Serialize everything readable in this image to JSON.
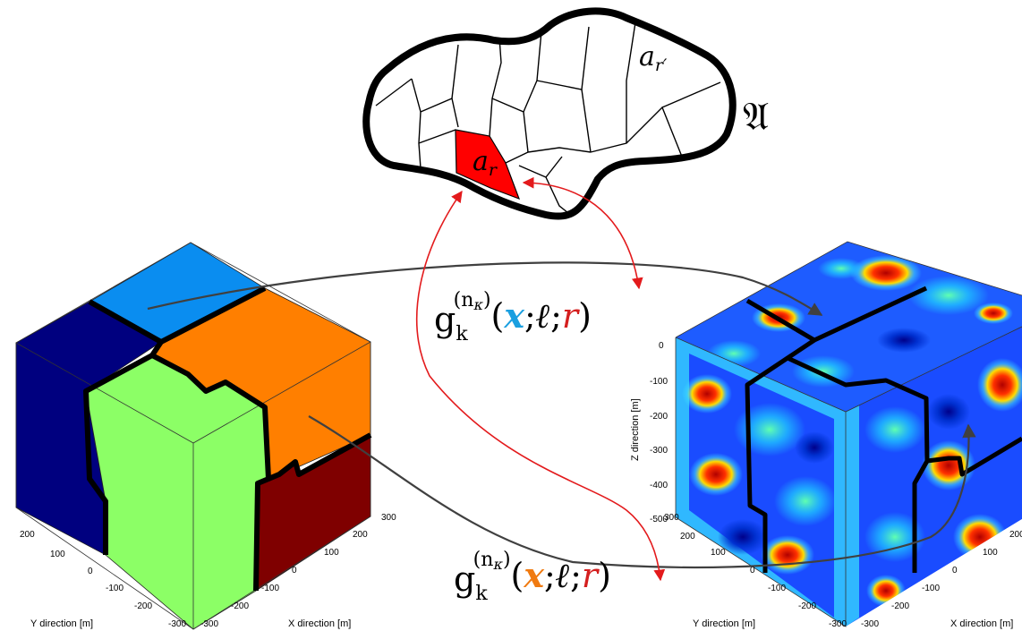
{
  "region_labels": {
    "a_r": "a",
    "a_r_sub": "r",
    "a_rp": "a",
    "a_rp_sub": "r′",
    "set_symbol": "𝔄"
  },
  "formula_top": {
    "g": "g",
    "sub": "k",
    "sup": "(n",
    "sup_kappa": "κ",
    "sup_close": ")",
    "open": "(",
    "x": "x",
    "sep1": ";",
    "ell": "ℓ",
    "sep2": ";",
    "r": "r",
    "close": ")"
  },
  "formula_bottom": {
    "g": "g",
    "sub": "k",
    "sup": "(n",
    "sup_kappa": "κ",
    "sup_close": ")",
    "open": "(",
    "x": "x",
    "sep1": ";",
    "ell": "ℓ",
    "sep2": ";",
    "r": "r",
    "close": ")"
  },
  "left_cube": {
    "colors": {
      "blue_top": "#0a8df0",
      "navy": "#00007f",
      "green": "#8cff66",
      "orange": "#ff7f00",
      "maroon": "#7f0000"
    },
    "y_ticks": [
      "200",
      "100",
      "0",
      "-100",
      "-200",
      "-300"
    ],
    "x_ticks": [
      "-300",
      "-200",
      "-100",
      "0",
      "100",
      "200",
      "300"
    ],
    "y_label": "Y direction [m]",
    "x_label": "X direction [m]"
  },
  "right_cube": {
    "z_ticks": [
      "0",
      "-100",
      "-200",
      "-300",
      "-400",
      "-500"
    ],
    "y_ticks": [
      "300",
      "200",
      "100",
      "0",
      "-100",
      "-200",
      "-300"
    ],
    "x_ticks": [
      "-300",
      "-200",
      "-100",
      "0",
      "100",
      "200"
    ],
    "z_label": "Z direction [m]",
    "y_label": "Y direction [m]",
    "x_label": "X direction [m]"
  },
  "colors": {
    "arrow_red": "#e31a1c",
    "arrow_gray": "#404040",
    "x_blue": "#1a9fe0",
    "x_orange": "#f07a10",
    "r_red": "#d41f1f"
  }
}
